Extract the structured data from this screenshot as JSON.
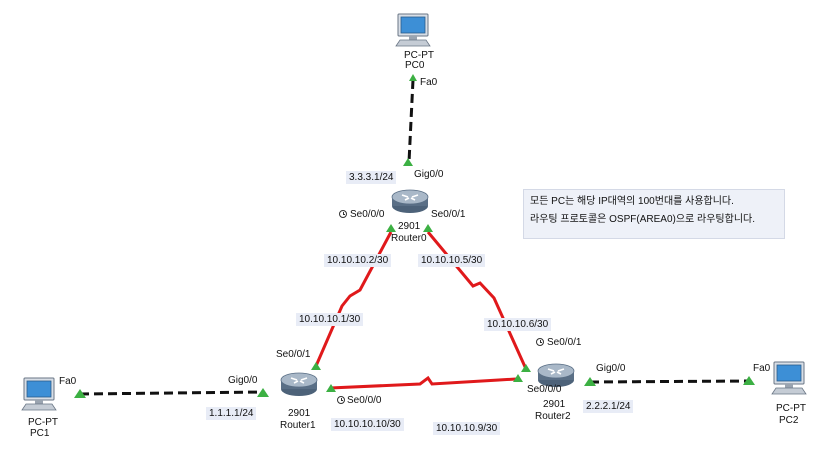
{
  "devices": {
    "pc0": {
      "model": "PC-PT",
      "name": "PC0"
    },
    "pc1": {
      "model": "PC-PT",
      "name": "PC1"
    },
    "pc2": {
      "model": "PC-PT",
      "name": "PC2"
    },
    "router0": {
      "model": "2901",
      "name": "Router0"
    },
    "router1": {
      "model": "2901",
      "name": "Router1"
    },
    "router2": {
      "model": "2901",
      "name": "Router2"
    }
  },
  "interfaces": {
    "pc0_fa0": "Fa0",
    "pc1_fa0": "Fa0",
    "pc2_fa0": "Fa0",
    "r0_gig": "Gig0/0",
    "r0_se000": "Se0/0/0",
    "r0_se001": "Se0/0/1",
    "r1_gig": "Gig0/0",
    "r1_se001": "Se0/0/1",
    "r1_se000": "Se0/0/0",
    "r2_gig": "Gig0/0",
    "r2_se001": "Se0/0/1",
    "r2_se000": "Se0/0/0"
  },
  "addresses": {
    "r0_gig": "3.3.3.1/24",
    "r0_se000": "10.10.10.2/30",
    "r0_se001": "10.10.10.5/30",
    "r1_se001": "10.10.10.1/30",
    "r1_gig": "1.1.1.1/24",
    "r1_se000": "10.10.10.10/30",
    "r2_se001": "10.10.10.6/30",
    "r2_se000": "10.10.10.9/30",
    "r2_gig": "2.2.2.1/24"
  },
  "note": {
    "line1": "모든 PC는 해당 IP대역의 100번대를 사용합니다.",
    "line2": "라우팅 프로토콜은 OSPF(AREA0)으로 라우팅합니다."
  },
  "colors": {
    "ethernet": "#111111",
    "serial": "#e0191b",
    "link_up": "#3cb043",
    "router_body": "#5a6f86",
    "pc_screen": "#3d8fd6"
  }
}
